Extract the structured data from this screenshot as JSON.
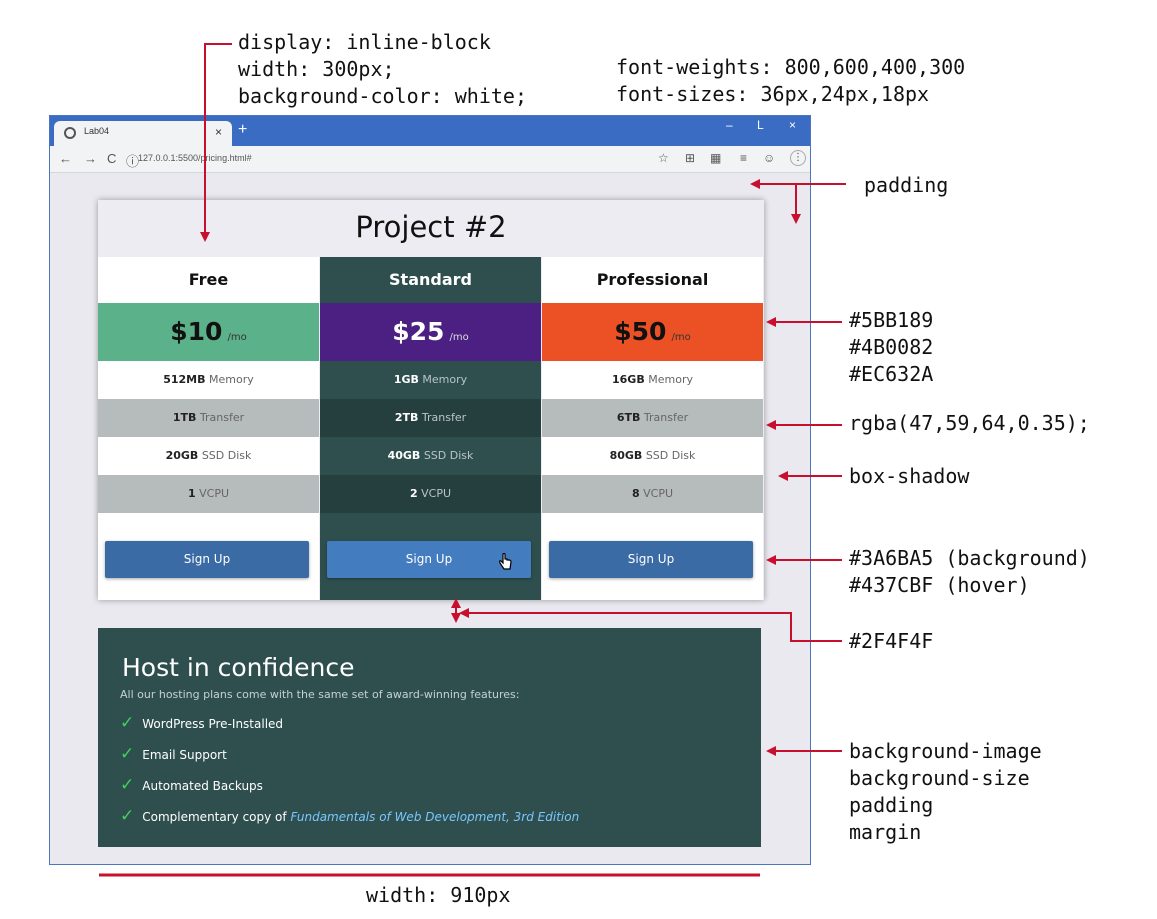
{
  "annotations": {
    "display_block": [
      "display: inline-block",
      "width: 300px;",
      "background-color: white;"
    ],
    "fonts": [
      "font-weights: 800,600,400,300",
      "font-sizes: 36px,24px,18px"
    ],
    "padding": "padding",
    "colors": [
      "#5BB189",
      "#4B0082",
      "#EC632A"
    ],
    "rgba": "rgba(47,59,64,0.35);",
    "box_shadow": "box-shadow",
    "button_colors": [
      "#3A6BA5 (background)",
      "#437CBF (hover)"
    ],
    "dark_color": "#2F4F4F",
    "background_props": [
      "background-image",
      "background-size",
      "padding",
      "margin"
    ],
    "width_label": "width: 910px",
    "arrow_color": "#c8102e"
  },
  "browser": {
    "tab_title": "Lab04",
    "tab_close": "×",
    "new_tab": "+",
    "window_controls": [
      "–",
      "L",
      "×"
    ],
    "nav_icons": [
      "←",
      "→",
      "C",
      "ⓘ"
    ],
    "url": "127.0.0.1:5500/pricing.html#",
    "toolbar_icons": [
      "☆",
      "⊞",
      "▦",
      "≡",
      "☺",
      "⋮"
    ]
  },
  "pricing": {
    "title": "Project #2",
    "plans": [
      {
        "name": "Free",
        "price": "$10",
        "per": "/mo",
        "color": "#5BB189",
        "features": [
          {
            "amount": "512MB",
            "label": "Memory"
          },
          {
            "amount": "1TB",
            "label": "Transfer"
          },
          {
            "amount": "20GB",
            "label": "SSD Disk"
          },
          {
            "amount": "1",
            "label": "VCPU"
          }
        ],
        "button": "Sign Up"
      },
      {
        "name": "Standard",
        "price": "$25",
        "per": "/mo",
        "color": "#4B0082",
        "features": [
          {
            "amount": "1GB",
            "label": "Memory"
          },
          {
            "amount": "2TB",
            "label": "Transfer"
          },
          {
            "amount": "40GB",
            "label": "SSD Disk"
          },
          {
            "amount": "2",
            "label": "VCPU"
          }
        ],
        "button": "Sign Up"
      },
      {
        "name": "Professional",
        "price": "$50",
        "per": "/mo",
        "color": "#EC632A",
        "features": [
          {
            "amount": "16GB",
            "label": "Memory"
          },
          {
            "amount": "6TB",
            "label": "Transfer"
          },
          {
            "amount": "80GB",
            "label": "SSD Disk"
          },
          {
            "amount": "8",
            "label": "VCPU"
          }
        ],
        "button": "Sign Up"
      }
    ]
  },
  "host": {
    "title": "Host in confidence",
    "subtitle": "All our hosting plans come with the same set of award-winning features:",
    "items": [
      "WordPress Pre-Installed",
      "Email Support",
      "Automated Backups"
    ],
    "last_item_prefix": "Complementary copy of",
    "last_item_emphasis": "Fundamentals of Web Development, 3rd Edition",
    "check_icon": "✓"
  }
}
